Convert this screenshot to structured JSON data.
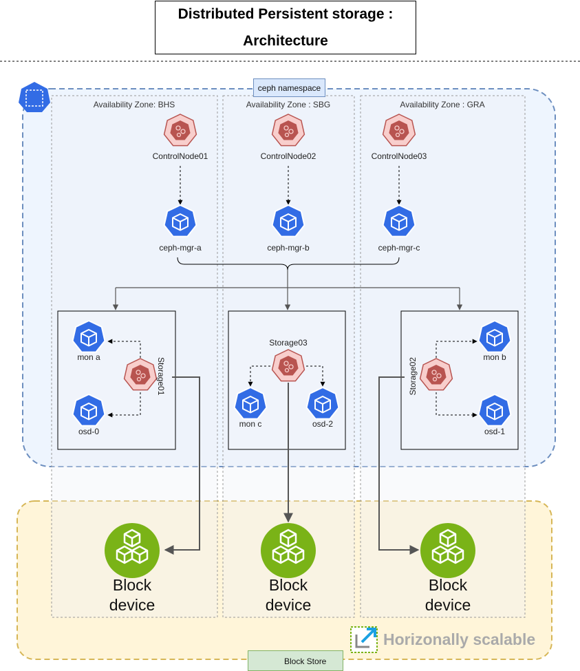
{
  "title": {
    "line1": "Distributed Persistent storage :",
    "line2": "Architecture"
  },
  "namespace": {
    "label": "ceph namespace"
  },
  "zones": [
    {
      "label": "Availability Zone: BHS",
      "control_node": "ControlNode01",
      "mgr": "ceph-mgr-a"
    },
    {
      "label": "Availability Zone : SBG",
      "control_node": "ControlNode02",
      "mgr": "ceph-mgr-b"
    },
    {
      "label": "Availability Zone : GRA",
      "control_node": "ControlNode03",
      "mgr": "ceph-mgr-c"
    }
  ],
  "storage_nodes": [
    {
      "name": "Storage01",
      "mon": "mon a",
      "osd": "osd-0"
    },
    {
      "name": "Storage03",
      "mon": "mon c",
      "osd": "osd-2"
    },
    {
      "name": "Storage02",
      "mon": "mon b",
      "osd": "osd-1"
    }
  ],
  "block_devices": [
    {
      "line1": "Block",
      "line2": "device"
    },
    {
      "line1": "Block",
      "line2": "device"
    },
    {
      "line1": "Block",
      "line2": "device"
    }
  ],
  "scalable_label": "Horizonally scalable",
  "block_store_label": "Block Store",
  "colors": {
    "namespace_fill": "#dae8fc",
    "namespace_stroke": "#6c8ebf",
    "blockstore_fill": "#fff2cc",
    "blockstore_stroke": "#d6b656",
    "k8s_blue": "#326ce5",
    "control_red": "#f8cecc",
    "control_stroke": "#b85450",
    "block_green": "#7ab317"
  },
  "icons": {
    "namespace": "kubernetes-namespace-icon",
    "control": "kubernetes-control-plane-icon",
    "pod": "kubernetes-pod-icon",
    "block": "block-storage-cubes-icon",
    "scale": "scale-arrow-icon",
    "provider": "ovh-logo-icon"
  }
}
